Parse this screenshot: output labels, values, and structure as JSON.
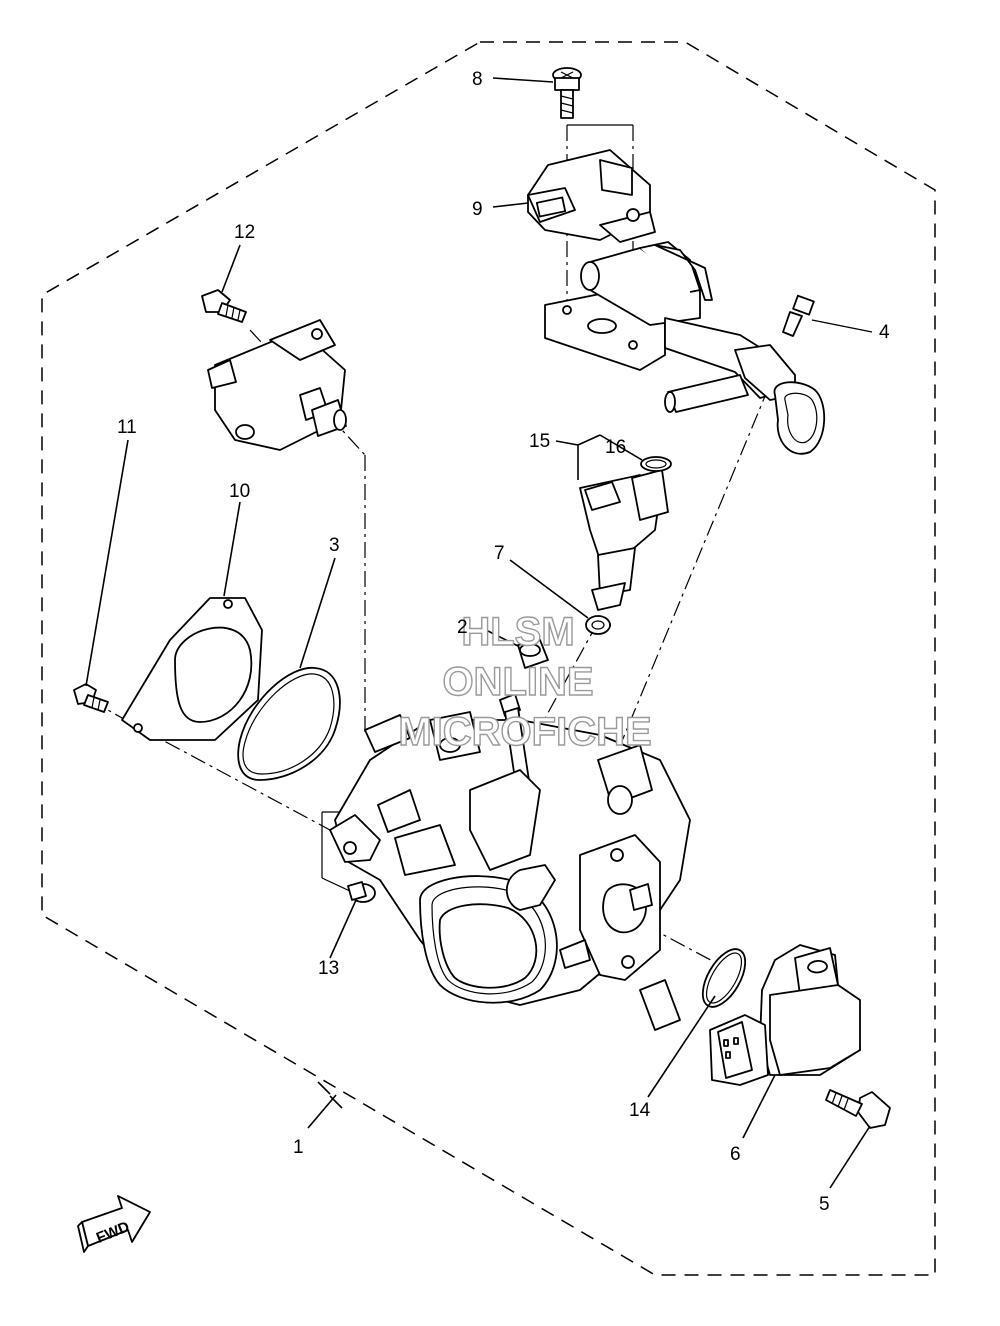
{
  "callouts": {
    "c1": "1",
    "c2": "2",
    "c3": "3",
    "c4": "4",
    "c5": "5",
    "c6": "6",
    "c7": "7",
    "c8": "8",
    "c9": "9",
    "c10": "10",
    "c11": "11",
    "c12": "12",
    "c13": "13",
    "c14": "14",
    "c15": "15",
    "c16": "16"
  },
  "watermark": {
    "line1": "HLSM",
    "line2": "ONLINE",
    "line3": "MICROFICHE"
  },
  "fwd_label": "FWD"
}
